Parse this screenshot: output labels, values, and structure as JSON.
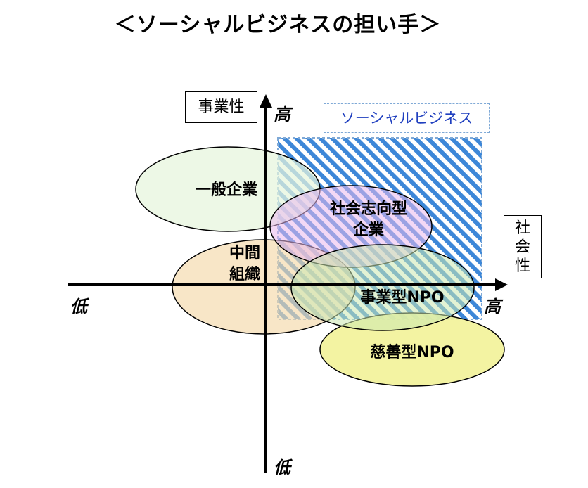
{
  "title": "＜ソーシャルビジネスの担い手＞",
  "axes": {
    "y_name": "事業性",
    "x_name": [
      "社",
      "会",
      "性"
    ],
    "high": "高",
    "low": "低"
  },
  "social_business_label": "ソーシャルビジネス",
  "ellipses": [
    {
      "id": "general",
      "lines": [
        "一般企業"
      ],
      "fill": "#e6f5dc",
      "stroke": "#000000"
    },
    {
      "id": "intermediate",
      "lines": [
        "中間",
        "組織"
      ],
      "fill": "#f4d9a9",
      "stroke": "#000000"
    },
    {
      "id": "social-oriented",
      "lines": [
        "社会志向型",
        "企業"
      ],
      "fill": "#e9b8ec",
      "stroke": "#000000"
    },
    {
      "id": "business-npo",
      "lines": [
        "事業型NPO"
      ],
      "fill": "#cbe8b0",
      "stroke": "#000000"
    },
    {
      "id": "charity-npo",
      "lines": [
        "慈善型NPO"
      ],
      "fill": "#f2f29a",
      "stroke": "#000000"
    }
  ],
  "colors": {
    "hatch_blue": "#3d87d8",
    "label_blue": "#1f3fbf",
    "label_border": "#7fa9d6"
  }
}
